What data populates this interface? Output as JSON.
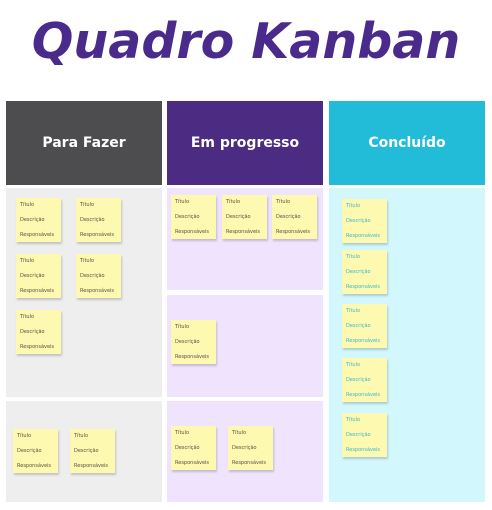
{
  "title": "Quadro Kanban",
  "columns": [
    {
      "label": "Para Fazer"
    },
    {
      "label": "Em progresso"
    },
    {
      "label": "Concluído"
    }
  ],
  "note": {
    "title": "Título",
    "description": "Descrição",
    "owner": "Responsáveis"
  },
  "colors": {
    "title": "#4a2a8a",
    "todo_header": "#4d4d4f",
    "progress_header": "#4b2c82",
    "done_header": "#22bcd9",
    "todo_panel": "#eeeeee",
    "progress_panel": "#efe3fe",
    "done_panel": "#d2f8fe",
    "sticky_note": "#fef9b1"
  }
}
